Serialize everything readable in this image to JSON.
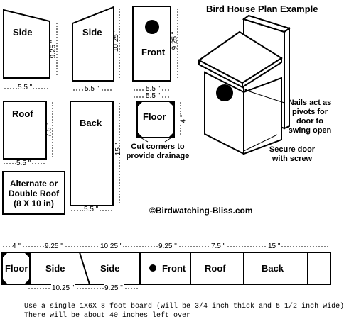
{
  "title": "Bird House Plan Example",
  "copyright": "©Birdwatching-Bliss.com",
  "pieces": {
    "side_left": {
      "label": "Side",
      "height_dim": "9.25 \"",
      "width_dim": "5.5 \""
    },
    "side_right": {
      "label": "Side",
      "height_dim": "10.25 \"",
      "width_dim": "5.5 \""
    },
    "front": {
      "label": "Front",
      "height_dim": "9.25 \"",
      "width_dim": "5.5 \""
    },
    "roof": {
      "label": "Roof",
      "height_dim": "7.5 \"",
      "width_dim": "5.5 \""
    },
    "back": {
      "label": "Back",
      "height_dim": "15 \"",
      "width_dim": "5.5 \""
    },
    "floor": {
      "label": "Floor",
      "height_dim": "4 \"",
      "width_dim": "5.5 \""
    },
    "alt_roof": {
      "label_line1": "Alternate or",
      "label_line2": "Double Roof",
      "label_line3": "(8 X 10 in)"
    }
  },
  "notes": {
    "cut_corners_1": "Cut corners to",
    "cut_corners_2": "provide drainage",
    "nails_1": "Nails act as",
    "nails_2": "pivots for",
    "nails_3": "door to",
    "nails_4": "swing open",
    "secure_1": "Secure door",
    "secure_2": "with screw"
  },
  "board": {
    "top_dims": [
      "4 \"",
      "9.25 \"",
      "10.25 \"",
      "9.25 \"",
      "7.5 \"",
      "15 \""
    ],
    "bottom_dims": [
      "10.25 \"",
      "9.25 \""
    ],
    "segments": [
      "Floor",
      "Side",
      "Side",
      "Front",
      "Roof",
      "Back"
    ]
  },
  "footer": {
    "line1": "Use a single 1X6X 8 foot board (will be 3/4 inch thick and 5 1/2 inch wide)",
    "line2": "There will be about 40 inches left over"
  },
  "colors": {
    "ink": "#000000",
    "paper": "#ffffff",
    "hole": "#000000"
  }
}
